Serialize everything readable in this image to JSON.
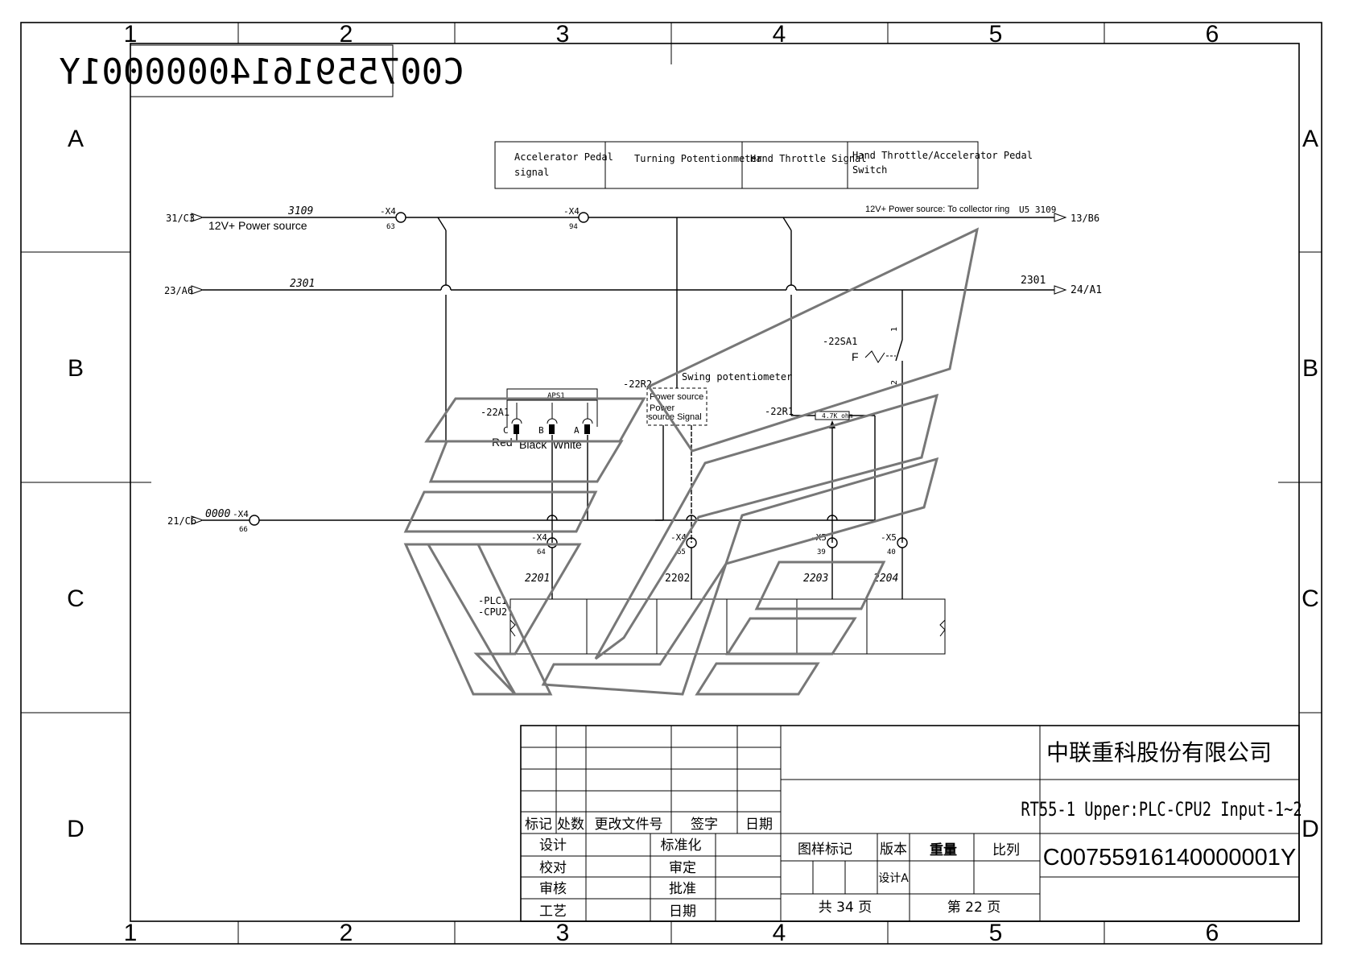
{
  "frame": {
    "columns": [
      "1",
      "2",
      "3",
      "4",
      "5",
      "6"
    ],
    "rows": [
      "A",
      "B",
      "C",
      "D"
    ]
  },
  "drawing_code_mirrored": "C00755916140000001Y",
  "header_boxes": {
    "accelerator_pedal": [
      "Accelerator Pedal",
      "signal"
    ],
    "turning_potentiometer": "Turning Potentionmeter",
    "hand_throttle_signal": "Hand Throttle Signal",
    "hand_throttle_switch": [
      "Hand Throttle/Accelerator Pedal",
      "Switch"
    ]
  },
  "power_line": {
    "source_ref": "31/C3",
    "wire": "3109",
    "label": "12V+ Power source",
    "terminal_x4_63": {
      "name": "-X4",
      "pin": "63"
    },
    "terminal_x4_94": {
      "name": "-X4",
      "pin": "94"
    },
    "right_label": "12V+ Power source: To collector ring",
    "right_wire": "U5  3109",
    "dest_ref": "13/B6"
  },
  "signal_line_2301": {
    "source_ref": "23/A6",
    "wire": "2301",
    "right_wire": "2301",
    "dest_ref": "24/A1"
  },
  "ground_line": {
    "source_ref": "21/C6",
    "wire": "0000",
    "terminal": {
      "name": "-X4",
      "pin": "66"
    }
  },
  "components": {
    "aps1": "APS1",
    "a22a1": "-22A1",
    "aps_pins": [
      "C",
      "B",
      "A"
    ],
    "wire_colors": [
      "Red",
      "Black",
      "White"
    ],
    "a22r2": "-22R2",
    "swing_pot": "Swing potentiometer",
    "swing_pot_lines": [
      "Power source",
      "Power",
      "source Signal"
    ],
    "a22r1": "-22R1",
    "resistor_value": "4.7K ohm",
    "a22sa1": "-22SA1",
    "switch_symbol": "F",
    "switch_pin_top": "1",
    "switch_pin_bottom": "2",
    "plc_labels": [
      "-PLC1",
      "-CPU2"
    ]
  },
  "bottom_terminals": [
    {
      "name": "-X4",
      "pin": "64",
      "wire": "2201"
    },
    {
      "name": "-X4",
      "pin": "65",
      "wire": "2202"
    },
    {
      "name": "-X5",
      "pin": "39",
      "wire": "2203"
    },
    {
      "name": "-X5",
      "pin": "40",
      "wire": "2204"
    }
  ],
  "title_block": {
    "company": "中联重科股份有限公司",
    "title": "RT55-1 Upper:PLC-CPU2 Input-1~2",
    "drawing_number": "C00755916140000001Y",
    "rev_headers": [
      "标记",
      "处数",
      "更改文件号",
      "签字",
      "日期"
    ],
    "left_rows": [
      "设计",
      "校对",
      "审核",
      "工艺"
    ],
    "mid_rows": [
      "标准化",
      "审定",
      "批准",
      "日期"
    ],
    "info_headers": [
      "图样标记",
      "版本",
      "重量",
      "比列"
    ],
    "version_value": "设计A",
    "total_pages": "共 34 页",
    "page": "第 22 页"
  }
}
